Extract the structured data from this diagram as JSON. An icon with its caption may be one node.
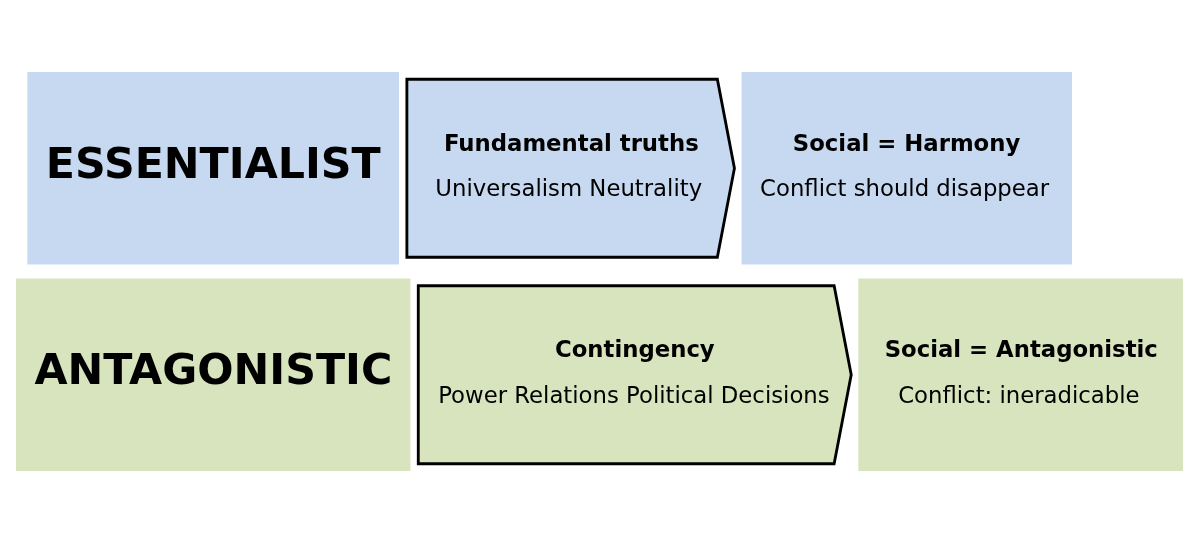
{
  "diagram": {
    "nodes": [
      {
        "text": [
          "ESSENTIALIST"
        ]
      },
      {
        "text": [
          "Fundamental truths",
          "Universalism Neutrality"
        ]
      },
      {
        "text": [
          "Social = Harmony",
          "Conflict should disappear"
        ]
      },
      {
        "text": [
          "ANTAGONISTIC"
        ]
      },
      {
        "text": [
          "Contingency",
          "Power Relations Political Decisions"
        ]
      },
      {
        "text": [
          "Social = Antagonistic",
          "Conflict: ineradicable"
        ]
      }
    ],
    "edges": []
  }
}
